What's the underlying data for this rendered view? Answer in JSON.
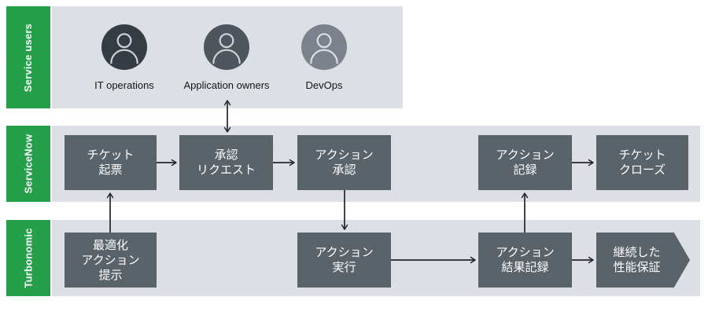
{
  "lanes": [
    {
      "label": "Service users"
    },
    {
      "label": "ServiceNow"
    },
    {
      "label": "Turbonomic"
    }
  ],
  "personas": [
    {
      "label": "IT operations",
      "circle_color": "#363c44"
    },
    {
      "label": "Application owners",
      "circle_color": "#4e555d"
    },
    {
      "label": "DevOps",
      "circle_color": "#7b828b"
    }
  ],
  "servicenow": {
    "steps": [
      {
        "text": "チケット\n起票"
      },
      {
        "text": "承認\nリクエスト"
      },
      {
        "text": "アクション\n承認"
      },
      {
        "text": "アクション\n記録"
      },
      {
        "text": "チケット\nクローズ"
      }
    ]
  },
  "turbonomic": {
    "steps": [
      {
        "text": "最適化\nアクション\n提示"
      },
      {
        "text": "アクション\n実行"
      },
      {
        "text": "アクション\n結果記録"
      },
      {
        "text": "継続した\n性能保証",
        "shape": "pentagon-arrow"
      }
    ]
  },
  "colors": {
    "lane_label_bg": "#24a148",
    "lane_bg": "#dcdfe3",
    "step_bg": "#5a626a",
    "step_text": "#ffffff",
    "persona_text": "#161616",
    "arrow_color": "#21272a"
  }
}
